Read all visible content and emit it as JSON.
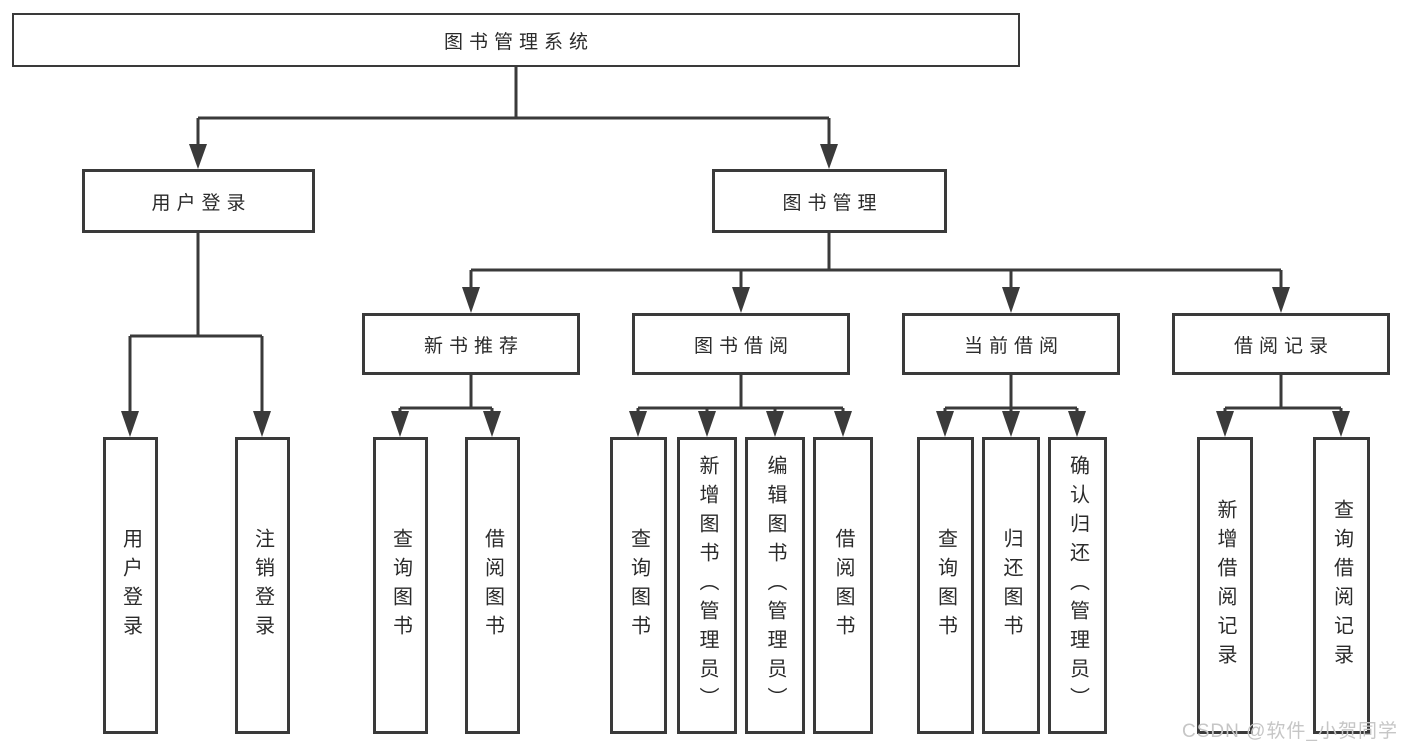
{
  "root": {
    "label": "图书管理系统"
  },
  "branches": [
    {
      "label": "用户登录",
      "leaves": [
        {
          "label": "用户登录"
        },
        {
          "label": "注销登录"
        }
      ]
    },
    {
      "label": "图书管理",
      "children": [
        {
          "label": "新书推荐",
          "leaves": [
            {
              "label": "查询图书"
            },
            {
              "label": "借阅图书"
            }
          ]
        },
        {
          "label": "图书借阅",
          "leaves": [
            {
              "label": "查询图书"
            },
            {
              "label": "新增图书（管理员）"
            },
            {
              "label": "编辑图书（管理员）"
            },
            {
              "label": "借阅图书"
            }
          ]
        },
        {
          "label": "当前借阅",
          "leaves": [
            {
              "label": "查询图书"
            },
            {
              "label": "归还图书"
            },
            {
              "label": "确认归还（管理员）"
            }
          ]
        },
        {
          "label": "借阅记录",
          "leaves": [
            {
              "label": "新增借阅记录"
            },
            {
              "label": "查询借阅记录"
            }
          ]
        }
      ]
    }
  ],
  "watermark": "CSDN @软件_小贺同学",
  "colors": {
    "line": "#3a3a3a",
    "text": "#2b2b2b",
    "box_background": "#ffffff",
    "watermark_text": "#c6c6c6"
  }
}
